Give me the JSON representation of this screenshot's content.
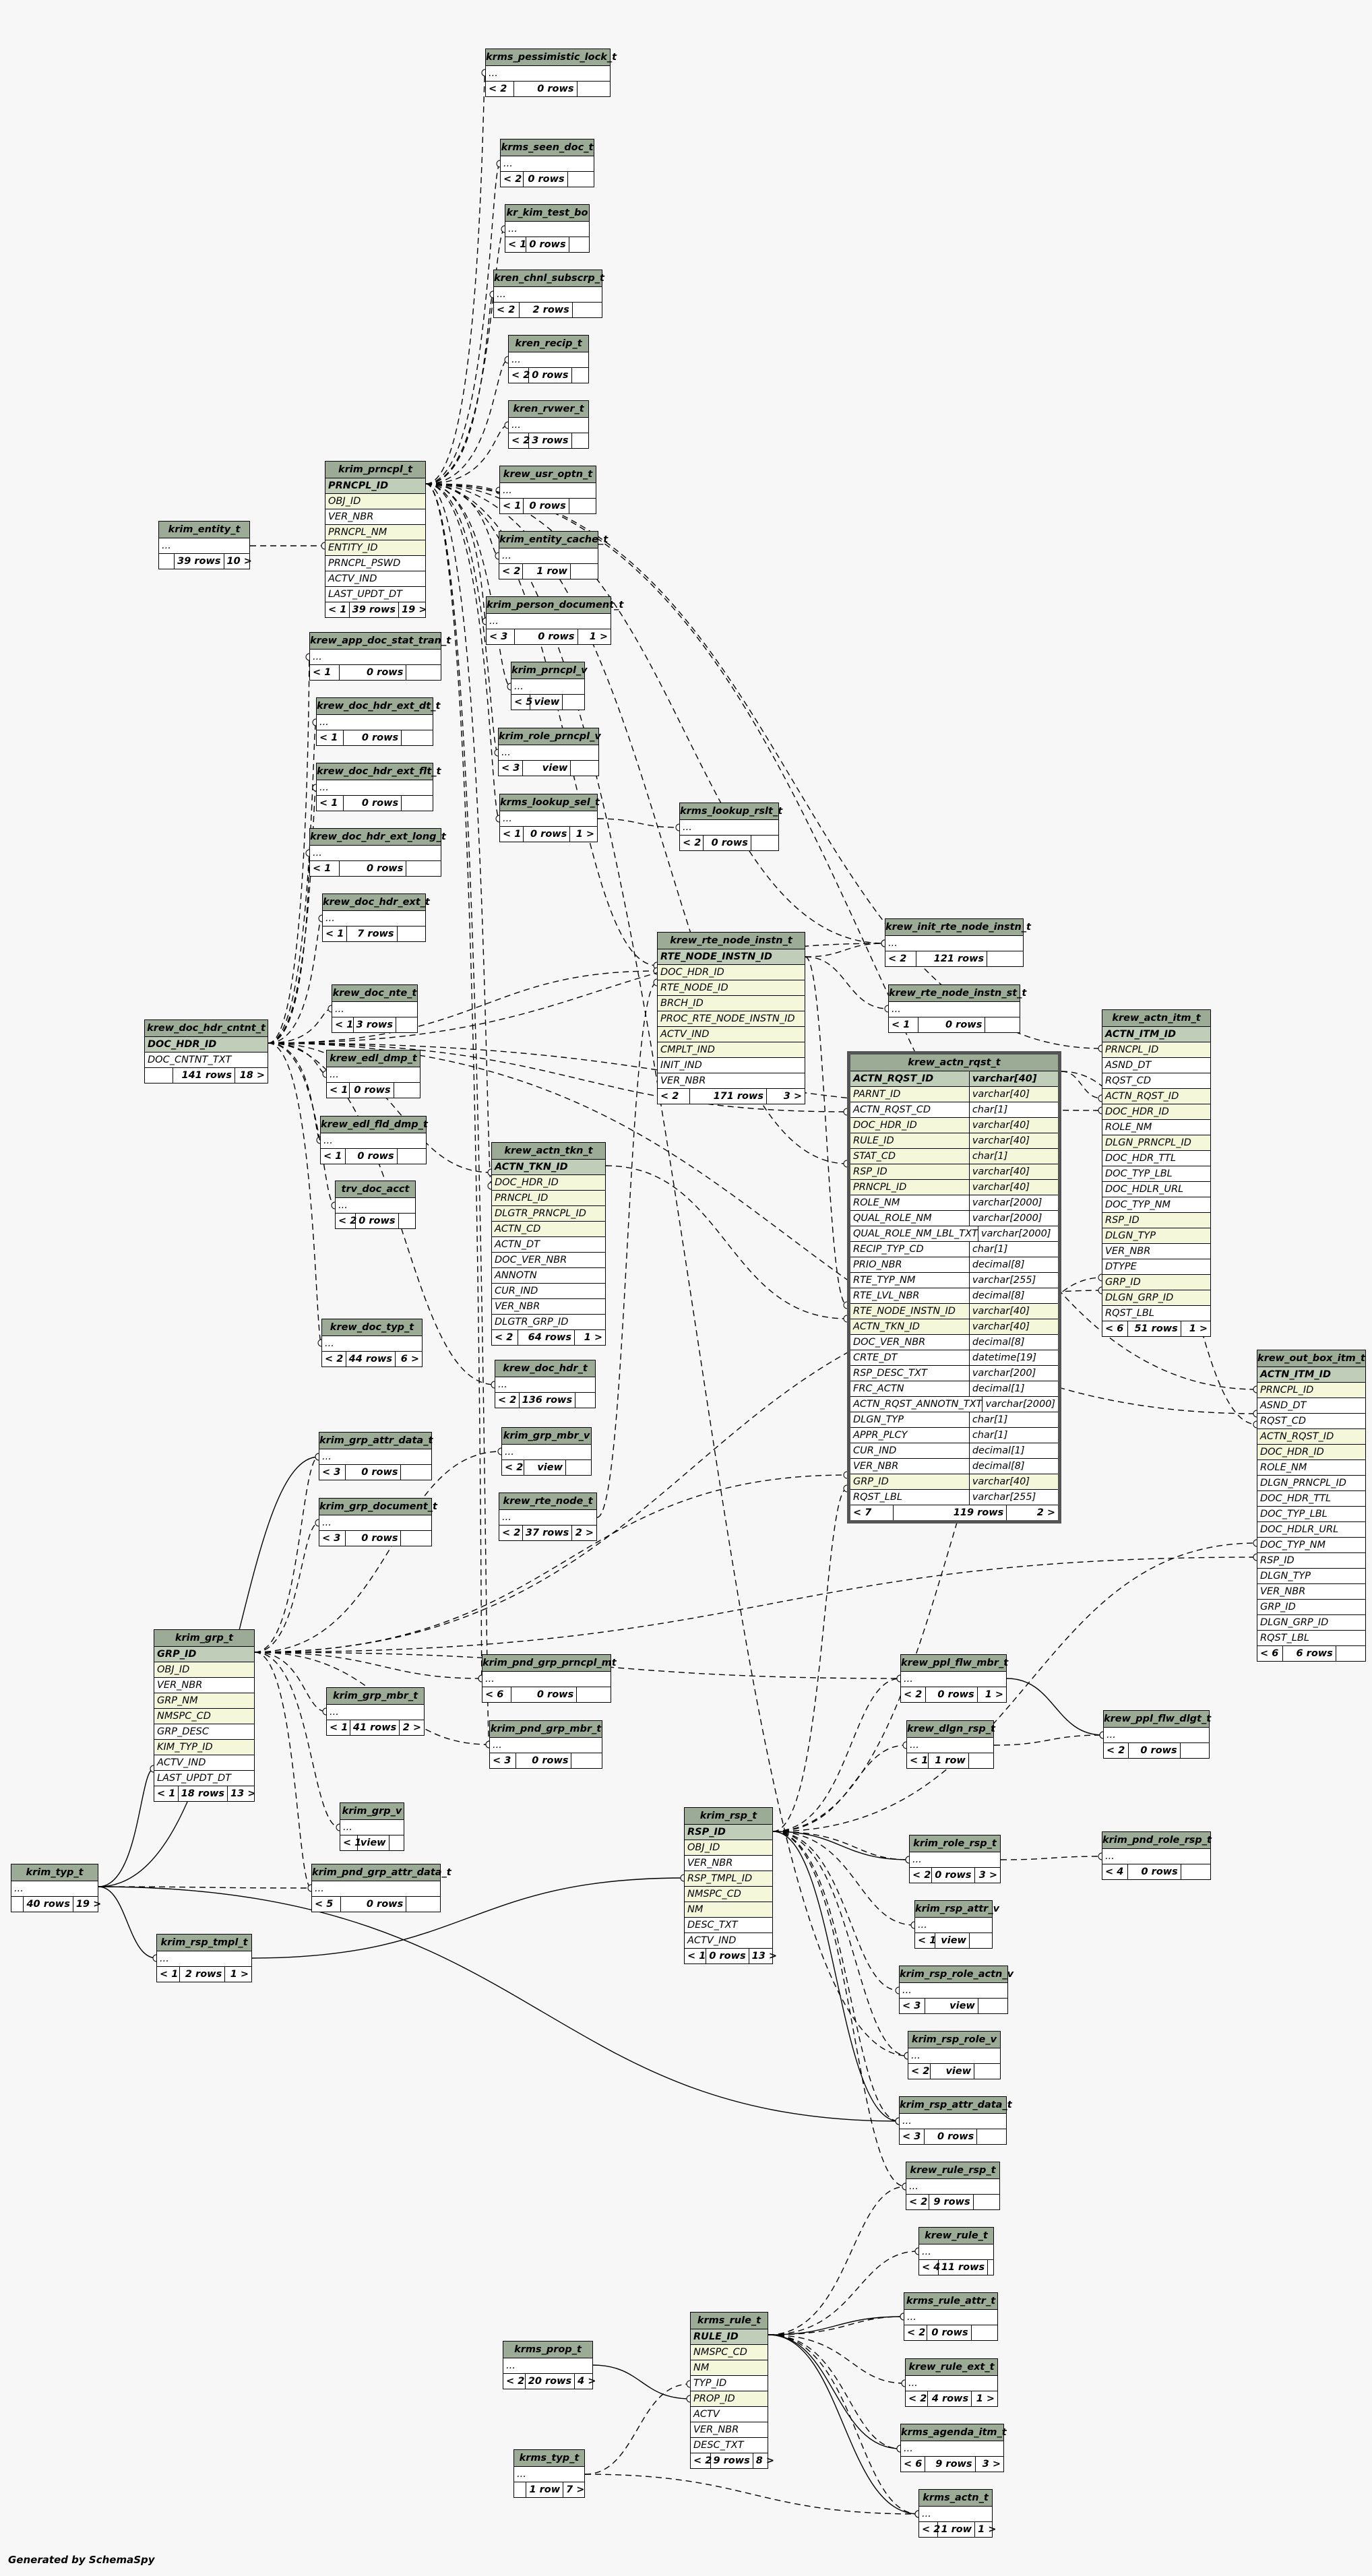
{
  "footer": "Generated by SchemaSpy",
  "colors": {
    "header": "#9bab96",
    "primary_key": "#bfcdb9",
    "foreign_key": "#f4f7da",
    "background": "#f7f7f7"
  },
  "tables": [
    {
      "name": "krms_pessimistic_lock_t",
      "rows": [
        "..."
      ],
      "foot": [
        "< 2",
        "0 rows",
        ""
      ]
    },
    {
      "name": "krms_seen_doc_t",
      "rows": [
        "..."
      ],
      "foot": [
        "< 2",
        "0 rows",
        ""
      ]
    },
    {
      "name": "kr_kim_test_bo",
      "rows": [
        "..."
      ],
      "foot": [
        "< 1",
        "0 rows",
        ""
      ]
    },
    {
      "name": "kren_chnl_subscrp_t",
      "rows": [
        "..."
      ],
      "foot": [
        "< 2",
        "2 rows",
        ""
      ]
    },
    {
      "name": "kren_recip_t",
      "rows": [
        "..."
      ],
      "foot": [
        "< 2",
        "0 rows",
        ""
      ]
    },
    {
      "name": "kren_rvwer_t",
      "rows": [
        "..."
      ],
      "foot": [
        "< 2",
        "3 rows",
        ""
      ]
    },
    {
      "name": "krew_usr_optn_t",
      "rows": [
        "..."
      ],
      "foot": [
        "< 1",
        "0 rows",
        ""
      ]
    },
    {
      "name": "krim_entity_t",
      "rows": [
        "..."
      ],
      "foot": [
        "",
        "39 rows",
        "10 >"
      ]
    },
    {
      "name": "krim_prncpl_t",
      "rows": [
        [
          "PRNCPL_ID",
          "pk"
        ],
        [
          "OBJ_ID",
          "fk"
        ],
        [
          "VER_NBR",
          ""
        ],
        [
          "PRNCPL_NM",
          "fk"
        ],
        [
          "ENTITY_ID",
          "fk"
        ],
        [
          "PRNCPL_PSWD",
          ""
        ],
        [
          "ACTV_IND",
          ""
        ],
        [
          "LAST_UPDT_DT",
          ""
        ]
      ],
      "foot": [
        "< 1",
        "39 rows",
        "19 >"
      ]
    },
    {
      "name": "krim_entity_cache_t",
      "rows": [
        "..."
      ],
      "foot": [
        "< 2",
        "1 row",
        ""
      ]
    },
    {
      "name": "krim_person_document_t",
      "rows": [
        "..."
      ],
      "foot": [
        "< 3",
        "0 rows",
        "1 >"
      ]
    },
    {
      "name": "krew_app_doc_stat_tran_t",
      "rows": [
        "..."
      ],
      "foot": [
        "< 1",
        "0 rows",
        ""
      ]
    },
    {
      "name": "krim_prncpl_v",
      "rows": [
        "..."
      ],
      "foot": [
        "< 5",
        "view",
        ""
      ]
    },
    {
      "name": "krew_doc_hdr_ext_dt_t",
      "rows": [
        "..."
      ],
      "foot": [
        "< 1",
        "0 rows",
        ""
      ]
    },
    {
      "name": "krim_role_prncpl_v",
      "rows": [
        "..."
      ],
      "foot": [
        "< 3",
        "view",
        ""
      ]
    },
    {
      "name": "krew_doc_hdr_ext_flt_t",
      "rows": [
        "..."
      ],
      "foot": [
        "< 1",
        "0 rows",
        ""
      ]
    },
    {
      "name": "krms_lookup_sel_t",
      "rows": [
        "..."
      ],
      "foot": [
        "< 1",
        "0 rows",
        "1 >"
      ]
    },
    {
      "name": "krms_lookup_rslt_t",
      "rows": [
        "..."
      ],
      "foot": [
        "< 2",
        "0 rows",
        ""
      ]
    },
    {
      "name": "krew_doc_hdr_ext_long_t",
      "rows": [
        "..."
      ],
      "foot": [
        "< 1",
        "0 rows",
        ""
      ]
    },
    {
      "name": "krew_doc_hdr_ext_t",
      "rows": [
        "..."
      ],
      "foot": [
        "< 1",
        "7 rows",
        ""
      ]
    },
    {
      "name": "krew_rte_node_instn_t",
      "rows": [
        [
          "RTE_NODE_INSTN_ID",
          "pk"
        ],
        [
          "DOC_HDR_ID",
          "fk"
        ],
        [
          "RTE_NODE_ID",
          "fk"
        ],
        [
          "BRCH_ID",
          "fk"
        ],
        [
          "PROC_RTE_NODE_INSTN_ID",
          "fk"
        ],
        [
          "ACTV_IND",
          "fk"
        ],
        [
          "CMPLT_IND",
          "fk"
        ],
        [
          "INIT_IND",
          ""
        ],
        [
          "VER_NBR",
          ""
        ]
      ],
      "foot": [
        "< 2",
        "171 rows",
        "3 >"
      ]
    },
    {
      "name": "krew_init_rte_node_instn_t",
      "rows": [
        "..."
      ],
      "foot": [
        "< 2",
        "121 rows",
        ""
      ]
    },
    {
      "name": "krew_rte_node_instn_st_t",
      "rows": [
        "..."
      ],
      "foot": [
        "< 1",
        "0 rows",
        ""
      ]
    },
    {
      "name": "krew_doc_nte_t",
      "rows": [
        "..."
      ],
      "foot": [
        "< 1",
        "3 rows",
        ""
      ]
    },
    {
      "name": "krew_doc_hdr_cntnt_t",
      "rows": [
        [
          "DOC_HDR_ID",
          "pk"
        ],
        [
          "DOC_CNTNT_TXT",
          ""
        ]
      ],
      "foot": [
        "",
        "141 rows",
        "18 >"
      ]
    },
    {
      "name": "krew_actn_itm_t",
      "rows": [
        [
          "ACTN_ITM_ID",
          "pk"
        ],
        [
          "PRNCPL_ID",
          "fk"
        ],
        [
          "ASND_DT",
          ""
        ],
        [
          "RQST_CD",
          ""
        ],
        [
          "ACTN_RQST_ID",
          "fk"
        ],
        [
          "DOC_HDR_ID",
          "fk"
        ],
        [
          "ROLE_NM",
          ""
        ],
        [
          "DLGN_PRNCPL_ID",
          "fk"
        ],
        [
          "DOC_HDR_TTL",
          ""
        ],
        [
          "DOC_TYP_LBL",
          ""
        ],
        [
          "DOC_HDLR_URL",
          ""
        ],
        [
          "DOC_TYP_NM",
          ""
        ],
        [
          "RSP_ID",
          "fk"
        ],
        [
          "DLGN_TYP",
          "fk"
        ],
        [
          "VER_NBR",
          ""
        ],
        [
          "DTYPE",
          ""
        ],
        [
          "GRP_ID",
          "fk"
        ],
        [
          "DLGN_GRP_ID",
          "fk"
        ],
        [
          "RQST_LBL",
          ""
        ]
      ],
      "foot": [
        "< 6",
        "51 rows",
        "1 >"
      ]
    },
    {
      "name": "krew_edl_dmp_t",
      "rows": [
        "..."
      ],
      "foot": [
        "< 1",
        "0 rows",
        ""
      ]
    },
    {
      "name": "krew_actn_rqst_t",
      "sel": true,
      "cols": [
        [
          "ACTN_RQST_ID",
          "varchar[40]",
          "pk"
        ],
        [
          "PARNT_ID",
          "varchar[40]",
          "fk"
        ],
        [
          "ACTN_RQST_CD",
          "char[1]",
          ""
        ],
        [
          "DOC_HDR_ID",
          "varchar[40]",
          "fk"
        ],
        [
          "RULE_ID",
          "varchar[40]",
          "fk"
        ],
        [
          "STAT_CD",
          "char[1]",
          "fk"
        ],
        [
          "RSP_ID",
          "varchar[40]",
          "fk"
        ],
        [
          "PRNCPL_ID",
          "varchar[40]",
          "fk"
        ],
        [
          "ROLE_NM",
          "varchar[2000]",
          ""
        ],
        [
          "QUAL_ROLE_NM",
          "varchar[2000]",
          ""
        ],
        [
          "QUAL_ROLE_NM_LBL_TXT",
          "varchar[2000]",
          ""
        ],
        [
          "RECIP_TYP_CD",
          "char[1]",
          ""
        ],
        [
          "PRIO_NBR",
          "decimal[8]",
          ""
        ],
        [
          "RTE_TYP_NM",
          "varchar[255]",
          ""
        ],
        [
          "RTE_LVL_NBR",
          "decimal[8]",
          ""
        ],
        [
          "RTE_NODE_INSTN_ID",
          "varchar[40]",
          "fk"
        ],
        [
          "ACTN_TKN_ID",
          "varchar[40]",
          "fk"
        ],
        [
          "DOC_VER_NBR",
          "decimal[8]",
          ""
        ],
        [
          "CRTE_DT",
          "datetime[19]",
          ""
        ],
        [
          "RSP_DESC_TXT",
          "varchar[200]",
          ""
        ],
        [
          "FRC_ACTN",
          "decimal[1]",
          ""
        ],
        [
          "ACTN_RQST_ANNOTN_TXT",
          "varchar[2000]",
          ""
        ],
        [
          "DLGN_TYP",
          "char[1]",
          ""
        ],
        [
          "APPR_PLCY",
          "char[1]",
          ""
        ],
        [
          "CUR_IND",
          "decimal[1]",
          ""
        ],
        [
          "VER_NBR",
          "decimal[8]",
          ""
        ],
        [
          "GRP_ID",
          "varchar[40]",
          "fk"
        ],
        [
          "RQST_LBL",
          "varchar[255]",
          ""
        ]
      ],
      "foot": [
        "< 7",
        "119 rows",
        "2 >"
      ]
    },
    {
      "name": "krew_edl_fld_dmp_t",
      "rows": [
        "..."
      ],
      "foot": [
        "< 1",
        "0 rows",
        ""
      ]
    },
    {
      "name": "krew_actn_tkn_t",
      "rows": [
        [
          "ACTN_TKN_ID",
          "pk"
        ],
        [
          "DOC_HDR_ID",
          "fk"
        ],
        [
          "PRNCPL_ID",
          "fk"
        ],
        [
          "DLGTR_PRNCPL_ID",
          "fk"
        ],
        [
          "ACTN_CD",
          "fk"
        ],
        [
          "ACTN_DT",
          ""
        ],
        [
          "DOC_VER_NBR",
          ""
        ],
        [
          "ANNOTN",
          ""
        ],
        [
          "CUR_IND",
          ""
        ],
        [
          "VER_NBR",
          ""
        ],
        [
          "DLGTR_GRP_ID",
          ""
        ]
      ],
      "foot": [
        "< 2",
        "64 rows",
        "1 >"
      ]
    },
    {
      "name": "trv_doc_acct",
      "rows": [
        "..."
      ],
      "foot": [
        "< 2",
        "0 rows",
        ""
      ]
    },
    {
      "name": "krew_doc_typ_t",
      "rows": [
        "..."
      ],
      "foot": [
        "< 2",
        "44 rows",
        "6 >"
      ]
    },
    {
      "name": "krew_doc_hdr_t",
      "rows": [
        "..."
      ],
      "foot": [
        "< 2",
        "136 rows",
        ""
      ]
    },
    {
      "name": "krew_out_box_itm_t",
      "rows": [
        [
          "ACTN_ITM_ID",
          "pk"
        ],
        [
          "PRNCPL_ID",
          "fk"
        ],
        [
          "ASND_DT",
          ""
        ],
        [
          "RQST_CD",
          ""
        ],
        [
          "ACTN_RQST_ID",
          "fk"
        ],
        [
          "DOC_HDR_ID",
          "fk"
        ],
        [
          "ROLE_NM",
          ""
        ],
        [
          "DLGN_PRNCPL_ID",
          ""
        ],
        [
          "DOC_HDR_TTL",
          ""
        ],
        [
          "DOC_TYP_LBL",
          ""
        ],
        [
          "DOC_HDLR_URL",
          ""
        ],
        [
          "DOC_TYP_NM",
          ""
        ],
        [
          "RSP_ID",
          ""
        ],
        [
          "DLGN_TYP",
          ""
        ],
        [
          "VER_NBR",
          ""
        ],
        [
          "GRP_ID",
          ""
        ],
        [
          "DLGN_GRP_ID",
          ""
        ],
        [
          "RQST_LBL",
          ""
        ]
      ],
      "foot": [
        "< 6",
        "6 rows",
        ""
      ]
    },
    {
      "name": "krim_grp_attr_data_t",
      "rows": [
        "..."
      ],
      "foot": [
        "< 3",
        "0 rows",
        ""
      ]
    },
    {
      "name": "krim_grp_mbr_v",
      "rows": [
        "..."
      ],
      "foot": [
        "< 2",
        "view",
        ""
      ]
    },
    {
      "name": "krim_grp_document_t",
      "rows": [
        "..."
      ],
      "foot": [
        "< 3",
        "0 rows",
        ""
      ]
    },
    {
      "name": "krew_rte_node_t",
      "rows": [
        "..."
      ],
      "foot": [
        "< 2",
        "37 rows",
        "2 >"
      ]
    },
    {
      "name": "krim_grp_t",
      "rows": [
        [
          "GRP_ID",
          "pk"
        ],
        [
          "OBJ_ID",
          "fk"
        ],
        [
          "VER_NBR",
          ""
        ],
        [
          "GRP_NM",
          "fk"
        ],
        [
          "NMSPC_CD",
          "fk"
        ],
        [
          "GRP_DESC",
          ""
        ],
        [
          "KIM_TYP_ID",
          "fk"
        ],
        [
          "ACTV_IND",
          ""
        ],
        [
          "LAST_UPDT_DT",
          ""
        ]
      ],
      "foot": [
        "< 1",
        "18 rows",
        "13 >"
      ]
    },
    {
      "name": "krim_pnd_grp_prncpl_mt",
      "rows": [
        "..."
      ],
      "foot": [
        "< 6",
        "0 rows",
        ""
      ]
    },
    {
      "name": "krim_grp_mbr_t",
      "rows": [
        "..."
      ],
      "foot": [
        "< 1",
        "41 rows",
        "2 >"
      ]
    },
    {
      "name": "krim_pnd_grp_mbr_t",
      "rows": [
        "..."
      ],
      "foot": [
        "< 3",
        "0 rows",
        ""
      ]
    },
    {
      "name": "krew_ppl_flw_mbr_t",
      "rows": [
        "..."
      ],
      "foot": [
        "< 2",
        "0 rows",
        "1 >"
      ]
    },
    {
      "name": "krew_ppl_flw_dlgt_t",
      "rows": [
        "..."
      ],
      "foot": [
        "< 2",
        "0 rows",
        ""
      ]
    },
    {
      "name": "krew_dlgn_rsp_t",
      "rows": [
        "..."
      ],
      "foot": [
        "< 1",
        "1 row",
        ""
      ]
    },
    {
      "name": "krim_grp_v",
      "rows": [
        "..."
      ],
      "foot": [
        "< 1",
        "view",
        ""
      ]
    },
    {
      "name": "krim_rsp_t",
      "rows": [
        [
          "RSP_ID",
          "pk"
        ],
        [
          "OBJ_ID",
          "fk"
        ],
        [
          "VER_NBR",
          ""
        ],
        [
          "RSP_TMPL_ID",
          "fk"
        ],
        [
          "NMSPC_CD",
          "fk"
        ],
        [
          "NM",
          "fk"
        ],
        [
          "DESC_TXT",
          ""
        ],
        [
          "ACTV_IND",
          ""
        ]
      ],
      "foot": [
        "< 1",
        "0 rows",
        "13 >"
      ]
    },
    {
      "name": "krim_role_rsp_t",
      "rows": [
        "..."
      ],
      "foot": [
        "< 2",
        "0 rows",
        "3 >"
      ]
    },
    {
      "name": "krim_pnd_role_rsp_t",
      "rows": [
        "..."
      ],
      "foot": [
        "< 4",
        "0 rows",
        ""
      ]
    },
    {
      "name": "krim_pnd_grp_attr_data_t",
      "rows": [
        "..."
      ],
      "foot": [
        "< 5",
        "0 rows",
        ""
      ]
    },
    {
      "name": "krim_typ_t",
      "rows": [
        "..."
      ],
      "foot": [
        "",
        "40 rows",
        "19 >"
      ]
    },
    {
      "name": "krim_rsp_attr_v",
      "rows": [
        "..."
      ],
      "foot": [
        "< 1",
        "view",
        ""
      ]
    },
    {
      "name": "krim_rsp_tmpl_t",
      "rows": [
        "..."
      ],
      "foot": [
        "< 1",
        "2 rows",
        "1 >"
      ]
    },
    {
      "name": "krim_rsp_role_actn_v",
      "rows": [
        "..."
      ],
      "foot": [
        "< 3",
        "view",
        ""
      ]
    },
    {
      "name": "krim_rsp_role_v",
      "rows": [
        "..."
      ],
      "foot": [
        "< 2",
        "view",
        ""
      ]
    },
    {
      "name": "krim_rsp_attr_data_t",
      "rows": [
        "..."
      ],
      "foot": [
        "< 3",
        "0 rows",
        ""
      ]
    },
    {
      "name": "krew_rule_rsp_t",
      "rows": [
        "..."
      ],
      "foot": [
        "< 2",
        "9 rows",
        ""
      ]
    },
    {
      "name": "krew_rule_t",
      "rows": [
        "..."
      ],
      "foot": [
        "< 4",
        "11 rows",
        ""
      ]
    },
    {
      "name": "krms_rule_attr_t",
      "rows": [
        "..."
      ],
      "foot": [
        "< 2",
        "0 rows",
        ""
      ]
    },
    {
      "name": "krms_rule_t",
      "rows": [
        [
          "RULE_ID",
          "pk"
        ],
        [
          "NMSPC_CD",
          "fk"
        ],
        [
          "NM",
          "fk"
        ],
        [
          "TYP_ID",
          ""
        ],
        [
          "PROP_ID",
          "fk"
        ],
        [
          "ACTV",
          ""
        ],
        [
          "VER_NBR",
          ""
        ],
        [
          "DESC_TXT",
          ""
        ]
      ],
      "foot": [
        "< 2",
        "9 rows",
        "8 >"
      ]
    },
    {
      "name": "krms_prop_t",
      "rows": [
        "..."
      ],
      "foot": [
        "< 2",
        "20 rows",
        "4 >"
      ]
    },
    {
      "name": "krew_rule_ext_t",
      "rows": [
        "..."
      ],
      "foot": [
        "< 2",
        "4 rows",
        "1 >"
      ]
    },
    {
      "name": "krms_agenda_itm_t",
      "rows": [
        "..."
      ],
      "foot": [
        "< 6",
        "9 rows",
        "3 >"
      ]
    },
    {
      "name": "krms_typ_t",
      "rows": [
        "..."
      ],
      "foot": [
        "",
        "1 row",
        "7 >"
      ]
    },
    {
      "name": "krms_actn_t",
      "rows": [
        "..."
      ],
      "foot": [
        "< 2",
        "1 row",
        "1 >"
      ]
    }
  ]
}
